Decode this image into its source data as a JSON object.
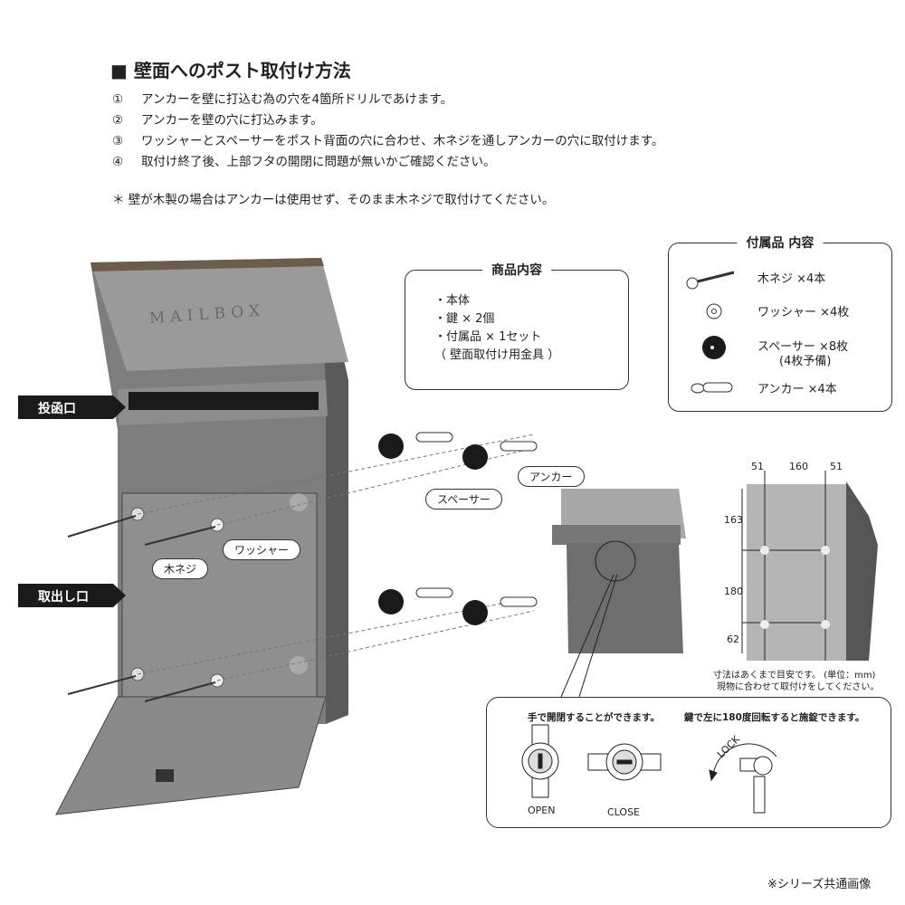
{
  "title": "■ 壁面へのポスト取付け方法",
  "steps": [
    {
      "num": "①",
      "text": "アンカーを壁に打込む為の穴を4箇所ドリルであけます。"
    },
    {
      "num": "②",
      "text": "アンカーを壁の穴に打込みます。"
    },
    {
      "num": "③",
      "text": "ワッシャーとスペーサーをポスト背面の穴に合わせ、木ネジを通しアンカーの穴に取付けます。"
    },
    {
      "num": "④",
      "text": "取付け終了後、上部フタの開閉に問題が無いかご確認ください。"
    }
  ],
  "note": "＊ 壁が木製の場合はアンカーは使用せず、そのまま木ネジで取付けてください。",
  "tags": {
    "slot": "投函口",
    "retrieve": "取出し口"
  },
  "labels": {
    "spacer": "スペーサー",
    "anchor": "アンカー",
    "washer": "ワッシャー",
    "screw": "木ネジ",
    "mailbox_text": "MAILBOX"
  },
  "contents": {
    "title": "商品内容",
    "items": [
      "・本体",
      "・鍵 × 2個",
      "・付属品 × 1セット",
      "（ 壁面取付け用金具 ）"
    ]
  },
  "accessories": {
    "title": "付属品 内容",
    "items": [
      {
        "icon": "screw-icon",
        "text": "木ネジ ×4本"
      },
      {
        "icon": "washer-icon",
        "text": "ワッシャー ×4枚"
      },
      {
        "icon": "spacer-icon",
        "text": "スペーサー ×8枚",
        "sub": "(4枚予備)"
      },
      {
        "icon": "anchor-icon",
        "text": "アンカー ×4本"
      }
    ]
  },
  "dimensions": {
    "top": [
      "51",
      "160",
      "51"
    ],
    "side": [
      "163",
      "180",
      "62"
    ],
    "note1": "寸法はあくまで目安です。 (単位：mm)",
    "note2": "現物に合わせて取付けをしてください。"
  },
  "lock": {
    "hand_text": "手で開閉することができます。",
    "key_text": "鍵で左に180度回転すると施錠できます。",
    "open": "OPEN",
    "close": "CLOSE",
    "lock": "LOCK"
  },
  "footer": "※シリーズ共通画像"
}
